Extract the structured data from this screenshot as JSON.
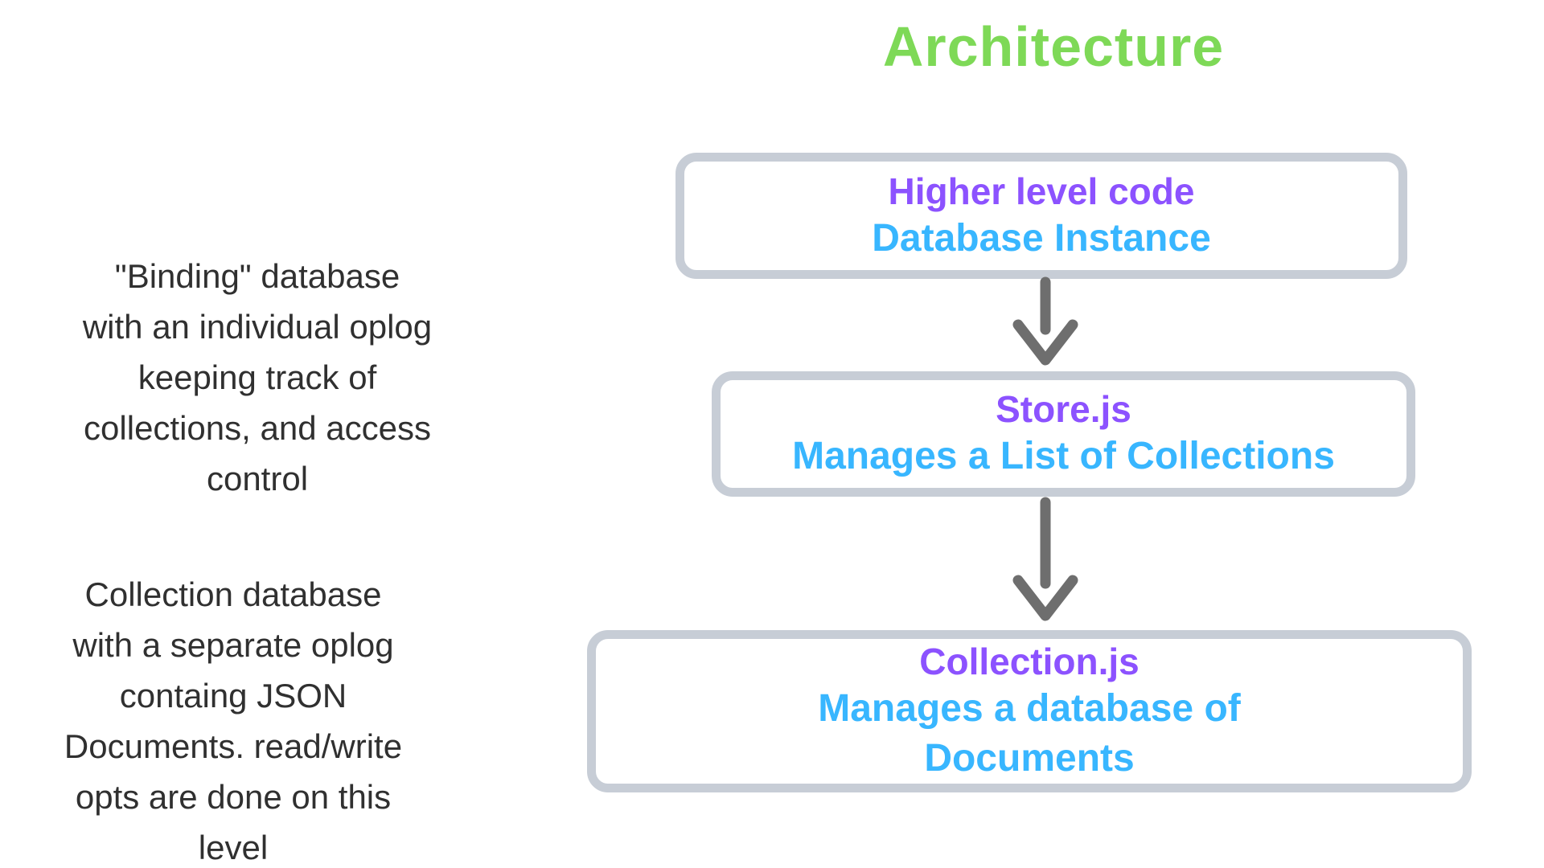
{
  "page": {
    "background_color": "#ffffff"
  },
  "title": {
    "text": "Architecture",
    "color": "#7ED957"
  },
  "notes": [
    {
      "color": "#303030",
      "lines": [
        "\"Binding\" database",
        "with an individual oplog",
        "keeping track of",
        "collections, and access",
        "control"
      ]
    },
    {
      "color": "#303030",
      "lines": [
        "Collection database",
        "with a separate oplog",
        "containg JSON",
        "Documents. read/write",
        "opts are done on this",
        "level"
      ]
    }
  ],
  "diagram": {
    "colors": {
      "heading": "#8C52FF",
      "subheading": "#38B6FF",
      "box_border": "#C7CDD6",
      "arrow": "#6E6E6E"
    },
    "boxes": [
      {
        "heading": "Higher level code",
        "subheading": "Database Instance"
      },
      {
        "heading": "Store.js",
        "subheading": "Manages a List of Collections"
      },
      {
        "heading": "Collection.js",
        "subheading": "Manages a database of Documents"
      }
    ],
    "arrows": [
      {
        "direction": "down",
        "from": "Database Instance",
        "to": "Store.js"
      },
      {
        "direction": "down",
        "from": "Store.js",
        "to": "Collection.js"
      }
    ]
  }
}
